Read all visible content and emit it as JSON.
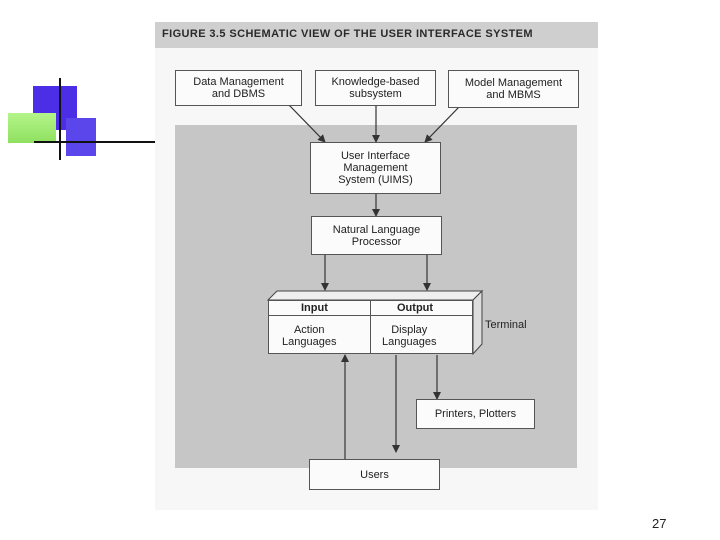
{
  "figure": {
    "title": "FIGURE 3.5  SCHEMATIC VIEW OF THE USER INTERFACE SYSTEM"
  },
  "boxes": {
    "data_management": "Data Management\nand DBMS",
    "knowledge_subsystem": "Knowledge-based\nsubsystem",
    "model_management": "Model Management\nand MBMS",
    "uims": "User Interface\nManagement\nSystem (UIMS)",
    "nlp": "Natural Language\nProcessor",
    "terminal_input_header": "Input",
    "terminal_output_header": "Output",
    "action_languages": "Action\nLanguages",
    "display_languages": "Display\nLanguages",
    "terminal_label": "Terminal",
    "printers": "Printers, Plotters",
    "users": "Users"
  },
  "page_number": "27",
  "colors": {
    "deco_purple": "#4b2ee6",
    "deco_green": "#a8f07a",
    "deco_blue": "#5a46ea",
    "deco_line": "#111111"
  }
}
